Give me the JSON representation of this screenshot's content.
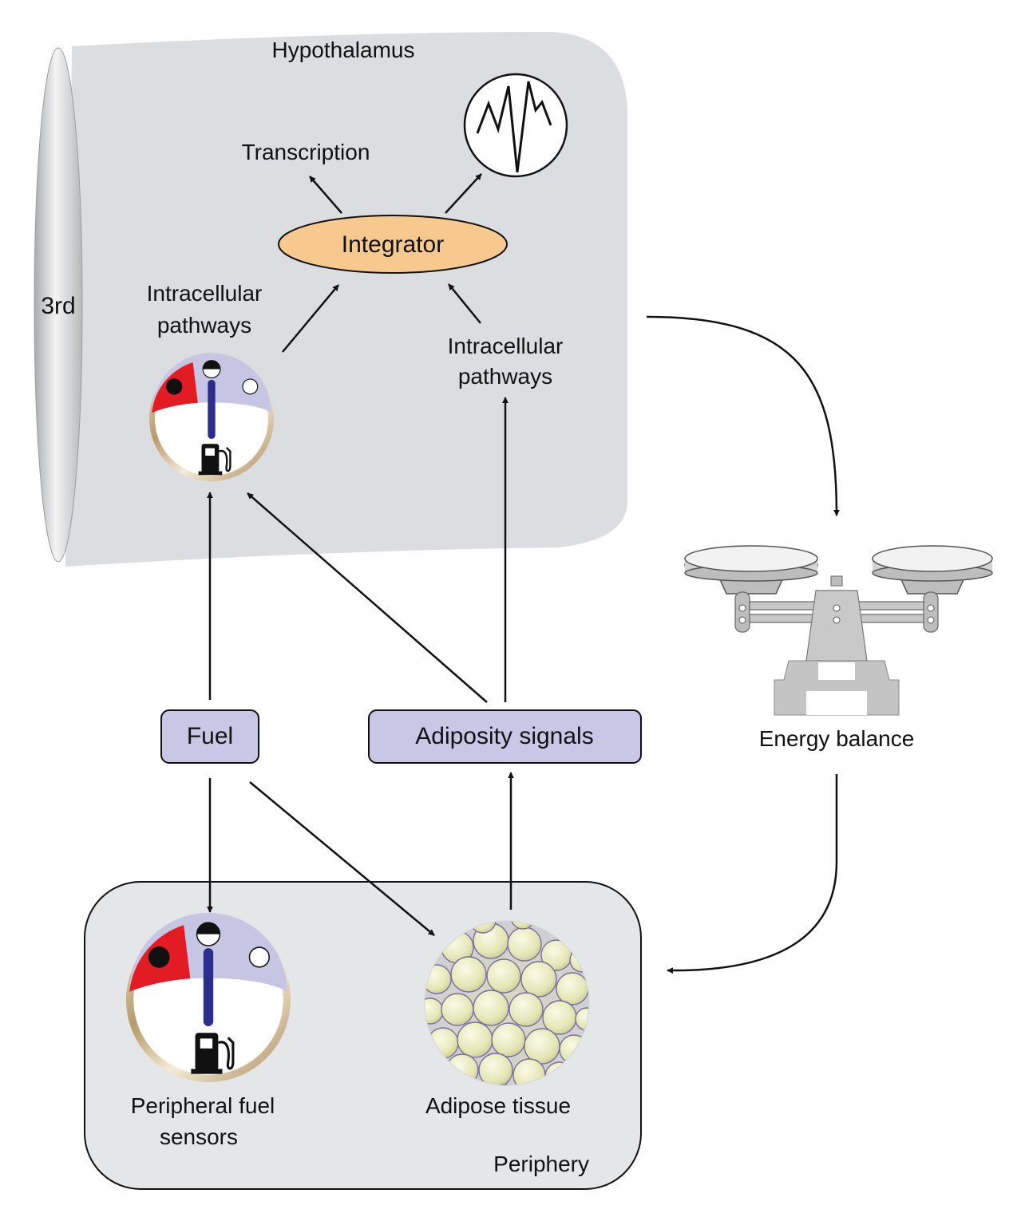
{
  "diagram": {
    "regions": {
      "hypothalamus": "Hypothalamus",
      "third_ventricle": "3rd",
      "periphery": "Periphery"
    },
    "nodes": {
      "transcription": "Transcription",
      "integrator": "Integrator",
      "intracellular_left_line1": "Intracellular",
      "intracellular_left_line2": "pathways",
      "intracellular_right_line1": "Intracellular",
      "intracellular_right_line2": "pathways",
      "fuel": "Fuel",
      "adiposity_signals": "Adiposity signals",
      "energy_balance": "Energy balance",
      "peripheral_fuel_sensors_line1": "Peripheral fuel",
      "peripheral_fuel_sensors_line2": "sensors",
      "adipose_tissue": "Adipose tissue"
    },
    "icons": {
      "neural_activity": "neural-activity-trace-icon",
      "fuel_gauge": "fuel-gauge-icon",
      "scale": "balance-scale-icon",
      "adipose_cells": "adipose-cells-icon"
    },
    "colors": {
      "hypothalamus_fill": "#dcdde0",
      "periphery_fill": "#e5e6e8",
      "integrator_fill": "#f7c98e",
      "signal_box_fill": "#c9c6e6",
      "gauge_red": "#e31b23",
      "gauge_lavender": "#c7c5e4",
      "gauge_needle": "#2b2e8c",
      "scale_gray": "#c4c4c4",
      "arrow": "#111111"
    }
  }
}
